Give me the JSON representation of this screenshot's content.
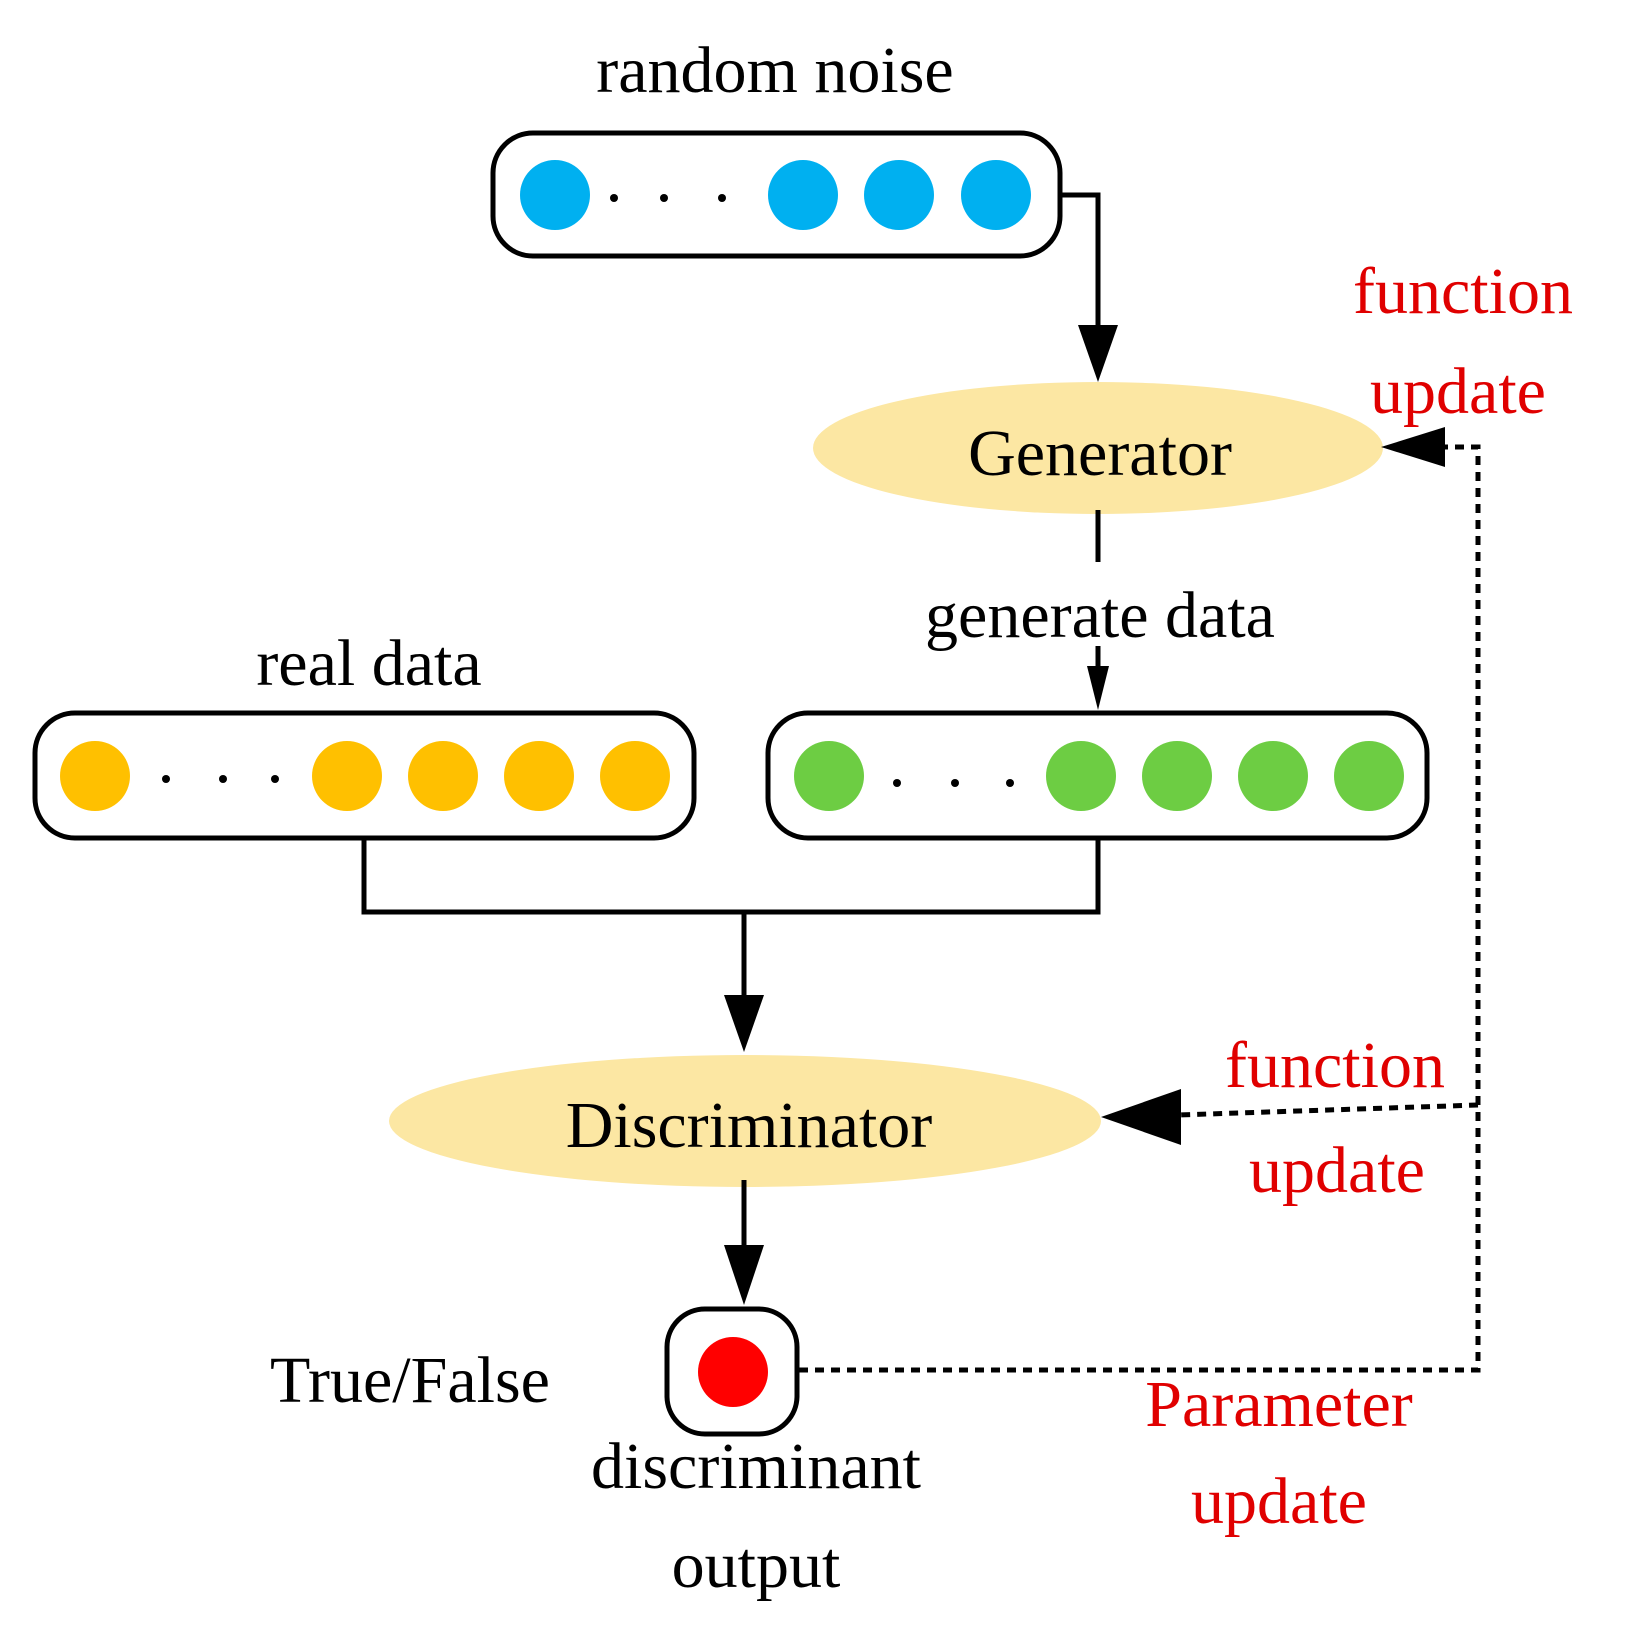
{
  "colors": {
    "noise_dot": "#00b0f0",
    "real_dot": "#ffc000",
    "generated_dot": "#6dcd43",
    "output_dot": "#ff0000",
    "ellipse_fill": "#fce7a3",
    "update_text": "#e00000",
    "line": "#000000"
  },
  "labels": {
    "random_noise": "random noise",
    "generator": "Generator",
    "generate_data": "generate data",
    "real_data": "real data",
    "discriminator": "Discriminator",
    "true_false": "True/False",
    "discriminant": "discriminant",
    "output": "output",
    "gen_update_line1": "function",
    "gen_update_line2": "update",
    "disc_update_line1": "function",
    "disc_update_line2": "update",
    "param_update_line1": "Parameter",
    "param_update_line2": "update"
  }
}
